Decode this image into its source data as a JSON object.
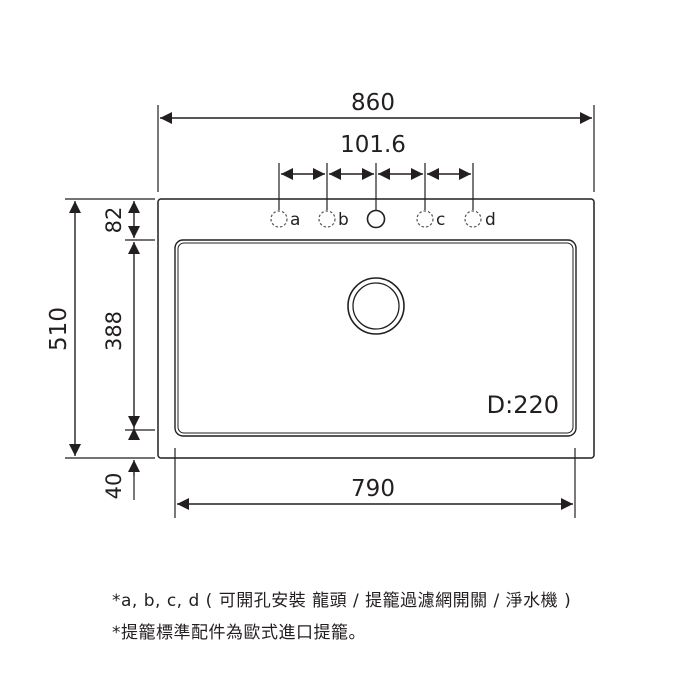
{
  "dimensions": {
    "overall_width": "860",
    "hole_spacing": "101.6",
    "overall_depth": "510",
    "back_deck": "82",
    "bowl_depth": "388",
    "front_lip": "40",
    "bowl_width": "790",
    "bowl_depth_d": "D:220"
  },
  "holes": {
    "a": "a",
    "b": "b",
    "c": "c",
    "d": "d"
  },
  "notes": {
    "line1": "*a, b, c, d ( 可開孔安裝 龍頭 / 提籠過濾網開關 / 淨水機 )",
    "line2": "*提籠標準配件為歐式進口提籠。"
  },
  "colors": {
    "line": "#231f20",
    "hole_dashed": "#555555",
    "background": "#ffffff"
  }
}
